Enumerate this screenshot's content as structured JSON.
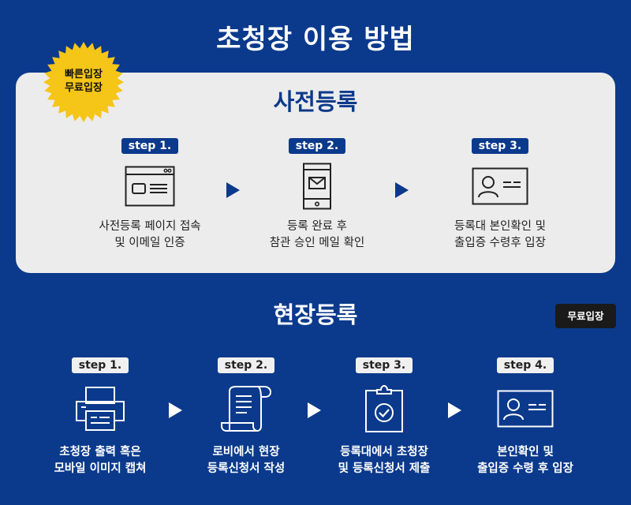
{
  "page_title": "초청장 이용 방법",
  "pre_registration": {
    "title": "사전등록",
    "badge_line1": "빠른입장",
    "badge_line2": "무료입장",
    "steps": [
      {
        "label": "step 1.",
        "icon": "browser-window-icon",
        "line1": "사전등록 페이지 접속",
        "line2": "및 이메일 인증"
      },
      {
        "label": "step 2.",
        "icon": "mobile-mail-icon",
        "line1": "등록 완료 후",
        "line2": "참관 승인 메일 확인"
      },
      {
        "label": "step 3.",
        "icon": "id-card-icon",
        "line1": "등록대 본인확인 및",
        "line2": "출입증 수령후 입장"
      }
    ]
  },
  "onsite_registration": {
    "title": "현장등록",
    "badge": "무료입장",
    "steps": [
      {
        "label": "step 1.",
        "icon": "printer-icon",
        "line1": "초청장 출력 혹은",
        "line2": "모바일 이미지 캡쳐"
      },
      {
        "label": "step 2.",
        "icon": "document-scroll-icon",
        "line1": "로비에서 현장",
        "line2": "등록신청서 작성"
      },
      {
        "label": "step 3.",
        "icon": "clipboard-check-icon",
        "line1": "등록대에서 초청장",
        "line2": "및 등록신청서 제출"
      },
      {
        "label": "step 4.",
        "icon": "id-card-icon",
        "line1": "본인확인 및",
        "line2": "출입증 수령 후 입장"
      }
    ]
  },
  "colors": {
    "background": "#0b3a8c",
    "panel": "#ececec",
    "badge_yellow": "#f5c518",
    "badge_dark": "#1a1a1a"
  }
}
